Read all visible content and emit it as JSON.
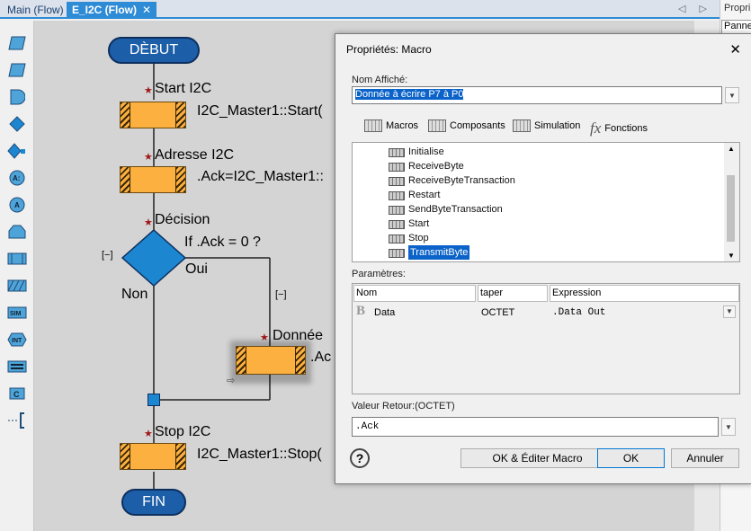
{
  "tabs": [
    {
      "label": "Main (Flow)"
    },
    {
      "label": "E_I2C (Flow)",
      "close": "✕"
    }
  ],
  "tab_nav": "◁ ▷",
  "right_panel": {
    "title": "Propri",
    "field": "Panne"
  },
  "toolbar": {
    "items": [
      "I",
      "O",
      "D",
      "",
      "",
      "A:",
      "A",
      "",
      "",
      "",
      "SIM",
      "INT",
      "",
      "C",
      ""
    ]
  },
  "flow": {
    "start": "DÈBUT",
    "end": "FIN",
    "start_i2c": "Start I2C",
    "start_i2c_call": "I2C_Master1::Start(",
    "address": "Adresse I2C",
    "address_call": ".Ack=I2C_Master1::",
    "decision": "Décision",
    "decision_cond": "If  .Ack = 0 ?",
    "yes": "Oui",
    "no": "Non",
    "collapse_left": "[−]",
    "collapse_right": "[−]",
    "data": "Donnée",
    "data_call": ".Ac",
    "stop_i2c": "Stop I2C",
    "stop_call": "I2C_Master1::Stop(",
    "star": "★"
  },
  "dialog": {
    "title": "Propriétés: Macro",
    "close": "✕",
    "display_name_label": "Nom Affiché:",
    "display_name": "Donnée à écrire P7 à P0",
    "tabs": [
      "Macros",
      "Composants",
      "Simulation",
      "Fonctions"
    ],
    "fx": "fx",
    "tree_items": [
      "Initialise",
      "ReceiveByte",
      "ReceiveByteTransaction",
      "Restart",
      "SendByteTransaction",
      "Start",
      "Stop",
      "TransmitByte"
    ],
    "selected": "TransmitByte",
    "params_label": "Paramètres:",
    "columns": [
      "Nom",
      "taper",
      "Expression"
    ],
    "param": {
      "icon": "B",
      "name": "Data",
      "type": "OCTET",
      "expr": ".Data Out"
    },
    "return_label": "Valeur Retour:(OCTET)",
    "return_value": ".Ack",
    "help": "?",
    "buttons": {
      "ok_edit": "OK & Éditer Macro",
      "ok": "OK",
      "cancel": "Annuler"
    }
  }
}
